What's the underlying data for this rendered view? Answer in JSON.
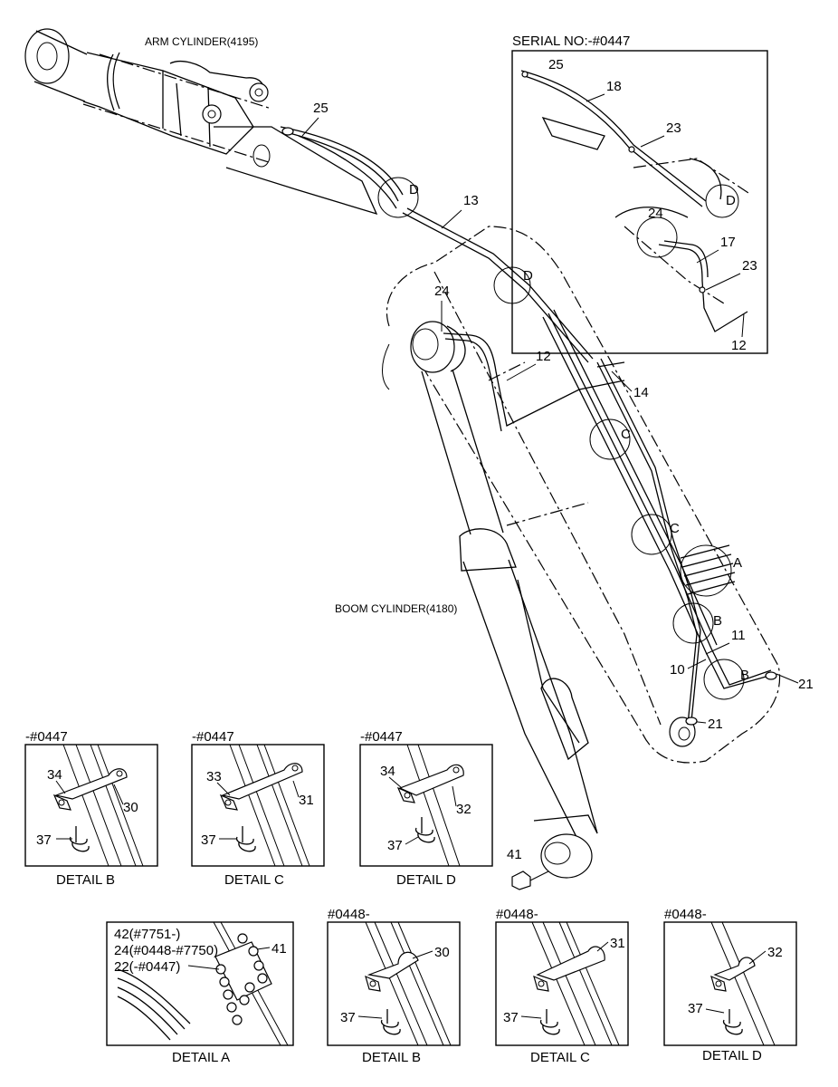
{
  "labels": {
    "arm_cylinder": "ARM CYLINDER(4195)",
    "boom_cylinder": "BOOM CYLINDER(4180)",
    "serial_no": "SERIAL NO:-#0447",
    "p25a": "25",
    "p25b": "25",
    "p18": "18",
    "p23a": "23",
    "p23b": "23",
    "p24a": "24",
    "p24b": "24",
    "p17": "17",
    "p12a": "12",
    "p12b": "12",
    "p13": "13",
    "p14": "14",
    "p10": "10",
    "p11": "11",
    "p21a": "21",
    "p21b": "21",
    "p41": "41",
    "D1": "D",
    "D2": "D",
    "D3": "D",
    "C1": "C",
    "C2": "C",
    "A1": "A",
    "B1": "B",
    "B2": "B"
  },
  "details_top": [
    {
      "serial": "-#0447",
      "title": "DETAIL B",
      "p1": "34",
      "p2": "30",
      "p3": "37"
    },
    {
      "serial": "-#0447",
      "title": "DETAIL C",
      "p1": "33",
      "p2": "31",
      "p3": "37"
    },
    {
      "serial": "-#0447",
      "title": "DETAIL D",
      "p1": "34",
      "p2": "32",
      "p3": "37"
    }
  ],
  "detail_a": {
    "title": "DETAIL A",
    "line1": "42(#7751-)",
    "line2": "24(#0448-#7750)",
    "line3": "22(-#0447)",
    "p41": "41"
  },
  "details_bottom": [
    {
      "serial": "#0448-",
      "title": "DETAIL B",
      "p1": "30",
      "p2": "37"
    },
    {
      "serial": "#0448-",
      "title": "DETAIL C",
      "p1": "31",
      "p2": "37"
    },
    {
      "serial": "#0448-",
      "title": "DETAIL D",
      "p1": "32",
      "p2": "37"
    }
  ]
}
